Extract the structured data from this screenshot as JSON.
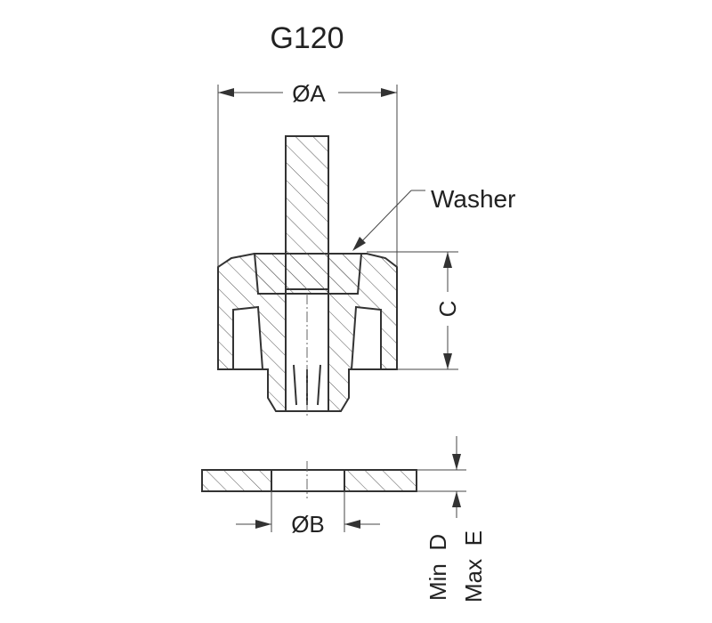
{
  "title": "G120",
  "dimensions": {
    "diameter_a": "ØA",
    "diameter_b": "ØB",
    "height_c": "C",
    "min_d": "Min  D",
    "max_e": "Max  E"
  },
  "callouts": {
    "washer": "Washer"
  }
}
